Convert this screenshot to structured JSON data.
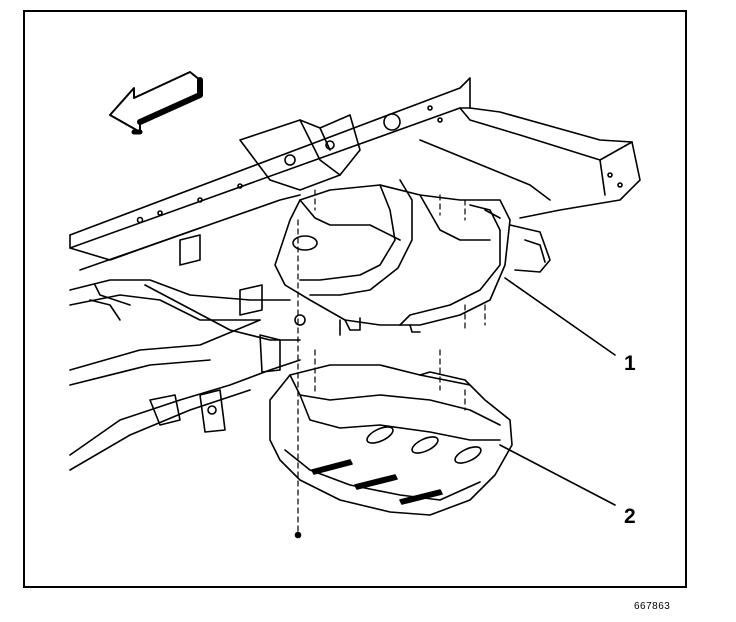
{
  "figure": {
    "id_code": "667863",
    "callouts": [
      {
        "number": "1"
      },
      {
        "number": "2"
      }
    ],
    "ink_color": "#000000",
    "paper_color": "#ffffff",
    "depicted_parts": [
      "direction-arrow",
      "vehicle-frame-rail",
      "fuel-tank",
      "fuel-tank-shield"
    ]
  }
}
